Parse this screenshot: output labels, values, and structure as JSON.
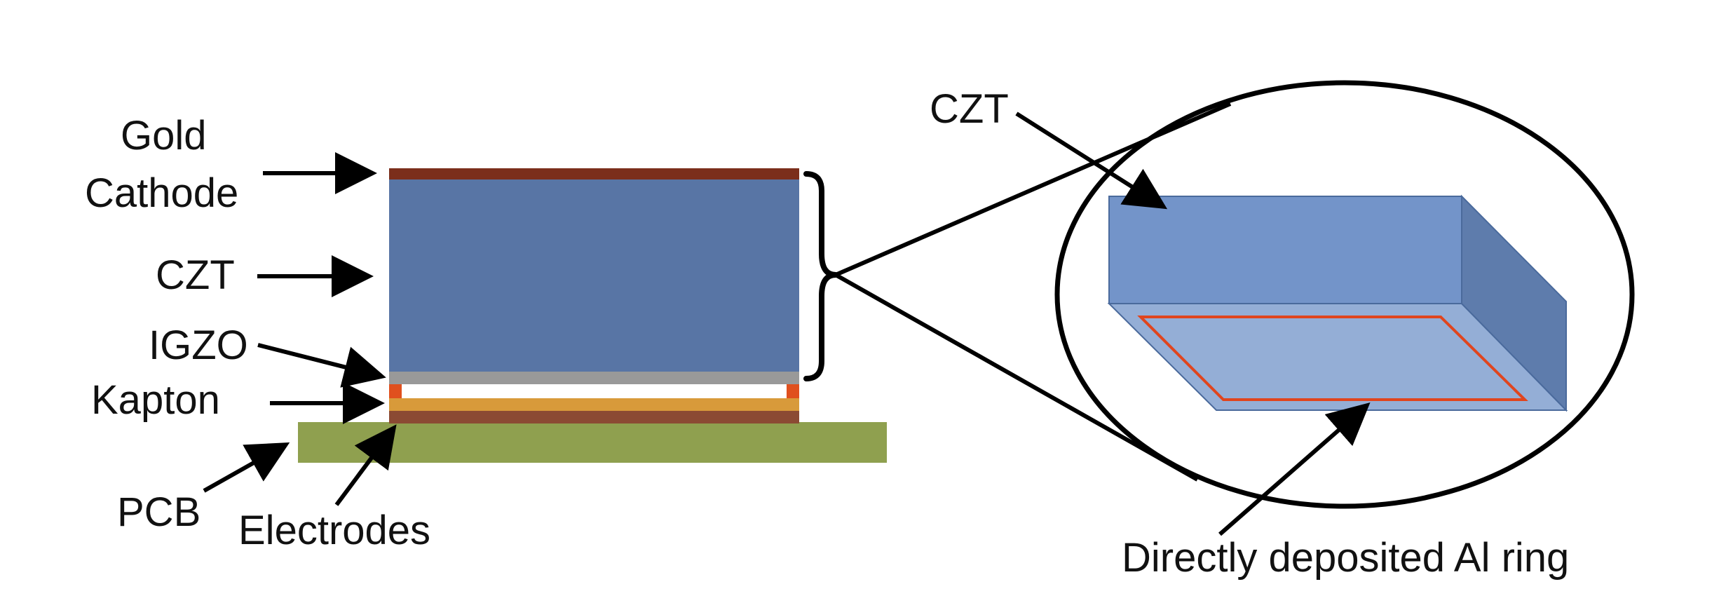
{
  "labels": {
    "gold_line1": "Gold",
    "gold_line2": "Cathode",
    "czt_left": "CZT",
    "igzo": "IGZO",
    "kapton": "Kapton",
    "pcb": "PCB",
    "electrodes": "Electrodes",
    "czt_right": "CZT",
    "al_ring": "Directly deposited Al ring"
  },
  "colors": {
    "gold_cathode": "#7B2E1B",
    "czt_layer": "#5875A5",
    "igzo_layer": "#999999",
    "kapton_layer": "#D89A3A",
    "electrode": "#E0501E",
    "bottom_electrode": "#8B4A33",
    "pcb": "#8FA04F",
    "czt_block_top": "#7394C9",
    "czt_block_side": "#5E7CAC",
    "czt_block_bottom": "#94AED6",
    "al_ring": "#E0451E",
    "outline": "#000000"
  }
}
